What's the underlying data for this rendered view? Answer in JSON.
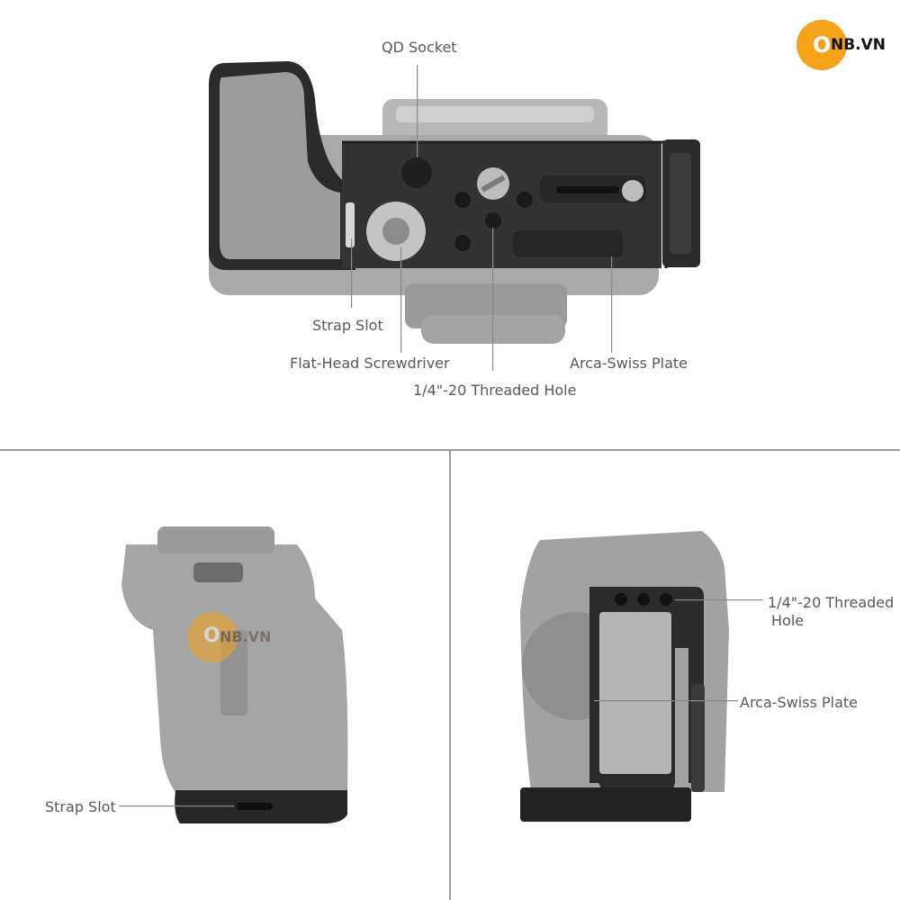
{
  "brand": {
    "logo_text": "NB.VN",
    "logo_letter": "O"
  },
  "top_panel": {
    "labels": {
      "qd_socket": "QD Socket",
      "strap_slot": "Strap Slot",
      "flat_head_screwdriver": "Flat-Head Screwdriver",
      "threaded_hole": "1/4\"-20 Threaded Hole",
      "arca_swiss_plate": "Arca-Swiss Plate"
    }
  },
  "bottom_left_panel": {
    "labels": {
      "strap_slot": "Strap Slot"
    }
  },
  "bottom_right_panel": {
    "labels": {
      "threaded_hole_line1": "1/4\"-20 Threaded",
      "threaded_hole_line2": "Hole",
      "arca_swiss_plate": "Arca-Swiss Plate"
    }
  },
  "colors": {
    "accent": "#f5a21b",
    "plate": "#2b2b2b",
    "camera": "#9e9e9e",
    "label": "#595959"
  }
}
